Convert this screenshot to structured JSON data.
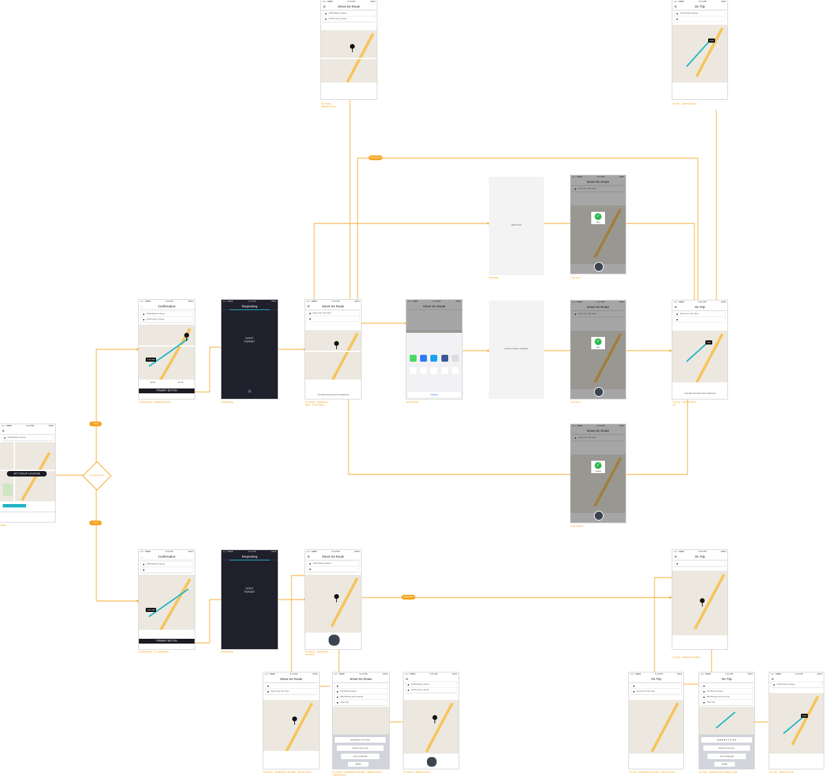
{
  "status": {
    "carrier": "••••○ UBER",
    "time": "6:12 PM",
    "battery": "100%"
  },
  "screens": {
    "home": {
      "address": "1050 Mission Street",
      "pickup_button": "SET PICKUP LOCATION",
      "caption": "Home"
    },
    "confirm_top": {
      "title": "Confirmation",
      "pickup": "1050 Mission Street",
      "dropoff": "1515 Folsom Street",
      "fare1": "$4.50",
      "fare2": "$7.00",
      "primary": "PRIMARY BUTTON",
      "caption": "Confirmation - destination filled"
    },
    "confirm_bottom": {
      "title": "Confirmation",
      "pickup": "1050 Mission Street",
      "primary": "PRIMARY BUTTON",
      "caption": "Confirmation - no destination"
    },
    "requesting_top": {
      "title": "Requesting",
      "line1": "DON'T",
      "line2": "FORGET",
      "caption": "Requesting"
    },
    "requesting_bottom": {
      "title": "Requesting",
      "line1": "DON'T",
      "line2": "FORGET",
      "caption": "Requesting"
    },
    "enroute_top": {
      "title": "Driver En Route",
      "pickup": "1050 Mission Street",
      "dropoff": "1515 Folsom Street",
      "caption1": "En Route -",
      "caption2": "address focus"
    },
    "enroute_mid": {
      "title": "Driver En Route",
      "link": "Send Live Trip View",
      "footer": "YOU'RE PICKING WITH MARTHA",
      "caption1": "En Route - destination",
      "caption2": "filled - ETA if focus"
    },
    "share": {
      "title": "Driver En Route",
      "cancel": "Cancel",
      "caption": "Share sheet"
    },
    "message": {
      "label": "MESSAGE",
      "caption": "Message"
    },
    "social": {
      "label": "SOCIAL MEDIA SCREEN"
    },
    "link_sent_top": {
      "title": "Driver En Route",
      "link": "Send Live Trip View",
      "check": "Sent",
      "caption": "Link sent"
    },
    "link_sent_mid": {
      "title": "Driver En Route",
      "link": "Send Live Trip View",
      "check": "Sent",
      "caption": "Link sent"
    },
    "link_copied": {
      "title": "Driver En Route",
      "link": "Send Live Trip View",
      "check": "Copied",
      "caption": "Link Copied"
    },
    "ontrip_top": {
      "title": "On Trip",
      "dropoff": "1515 Folsom Street",
      "eta": "6:42",
      "caption": "On Trip - address focus"
    },
    "ontrip_mid": {
      "title": "On Trip",
      "link": "Send Live Trip View",
      "eta": "6:42",
      "footer": "YOU'RE PICKING WITH MARTHA",
      "caption1": "On Trip - Get the Word",
      "caption2": "out"
    },
    "enroute_bottom": {
      "title": "Driver En Route",
      "pickup": "1050 Mission Street",
      "caption1": "En Route - destination",
      "caption2": "not filled"
    },
    "ontrip_bottom": {
      "title": "On Trip",
      "caption": "On Trip - address not filled"
    },
    "sub_enroute_a": {
      "title": "Driver En Route",
      "link": "Send Live Trip View",
      "caption1": "En Route - destination not filled - tap the focus"
    },
    "sub_enroute_b": {
      "title": "Driver En Route",
      "item1": "101 Bryant Street",
      "item2": "550 Montgomery Avenue",
      "item3": "Uber HQ",
      "caption1": "En Route - destination not filled - address focus",
      "caption2": "editing mode"
    },
    "sub_enroute_c": {
      "title": "Driver En Route",
      "pickup": "1050 Mission Street",
      "dropoff": "1515 Folsom Street",
      "caption": "En Route - address focus"
    },
    "sub_ontrip_a": {
      "title": "On Trip",
      "link": "Send Live Trip View",
      "caption": "On Trip - destination not filled - tap the focus"
    },
    "sub_ontrip_b": {
      "title": "On Trip",
      "item1": "101 Bryant Street",
      "item2": "550 Montgomery Avenue",
      "item3": "Uber HQ",
      "caption": "On Trip - address focus editing mode"
    },
    "sub_ontrip_c": {
      "title": "On Trip",
      "dropoff": "1515 Folsom Street",
      "eta": "6:42",
      "caption": "On Trip - address focus"
    }
  },
  "decision": {
    "yes_label": "YES",
    "no_label": "NO",
    "question": "Destination filled?"
  },
  "pills": {
    "top": "ON ENTRY",
    "bottom": "ON ENTRY"
  },
  "colors": {
    "connector": "#f5a623",
    "accent": "#22b5c7",
    "dark": "#20202c",
    "success": "#2eb84b"
  }
}
